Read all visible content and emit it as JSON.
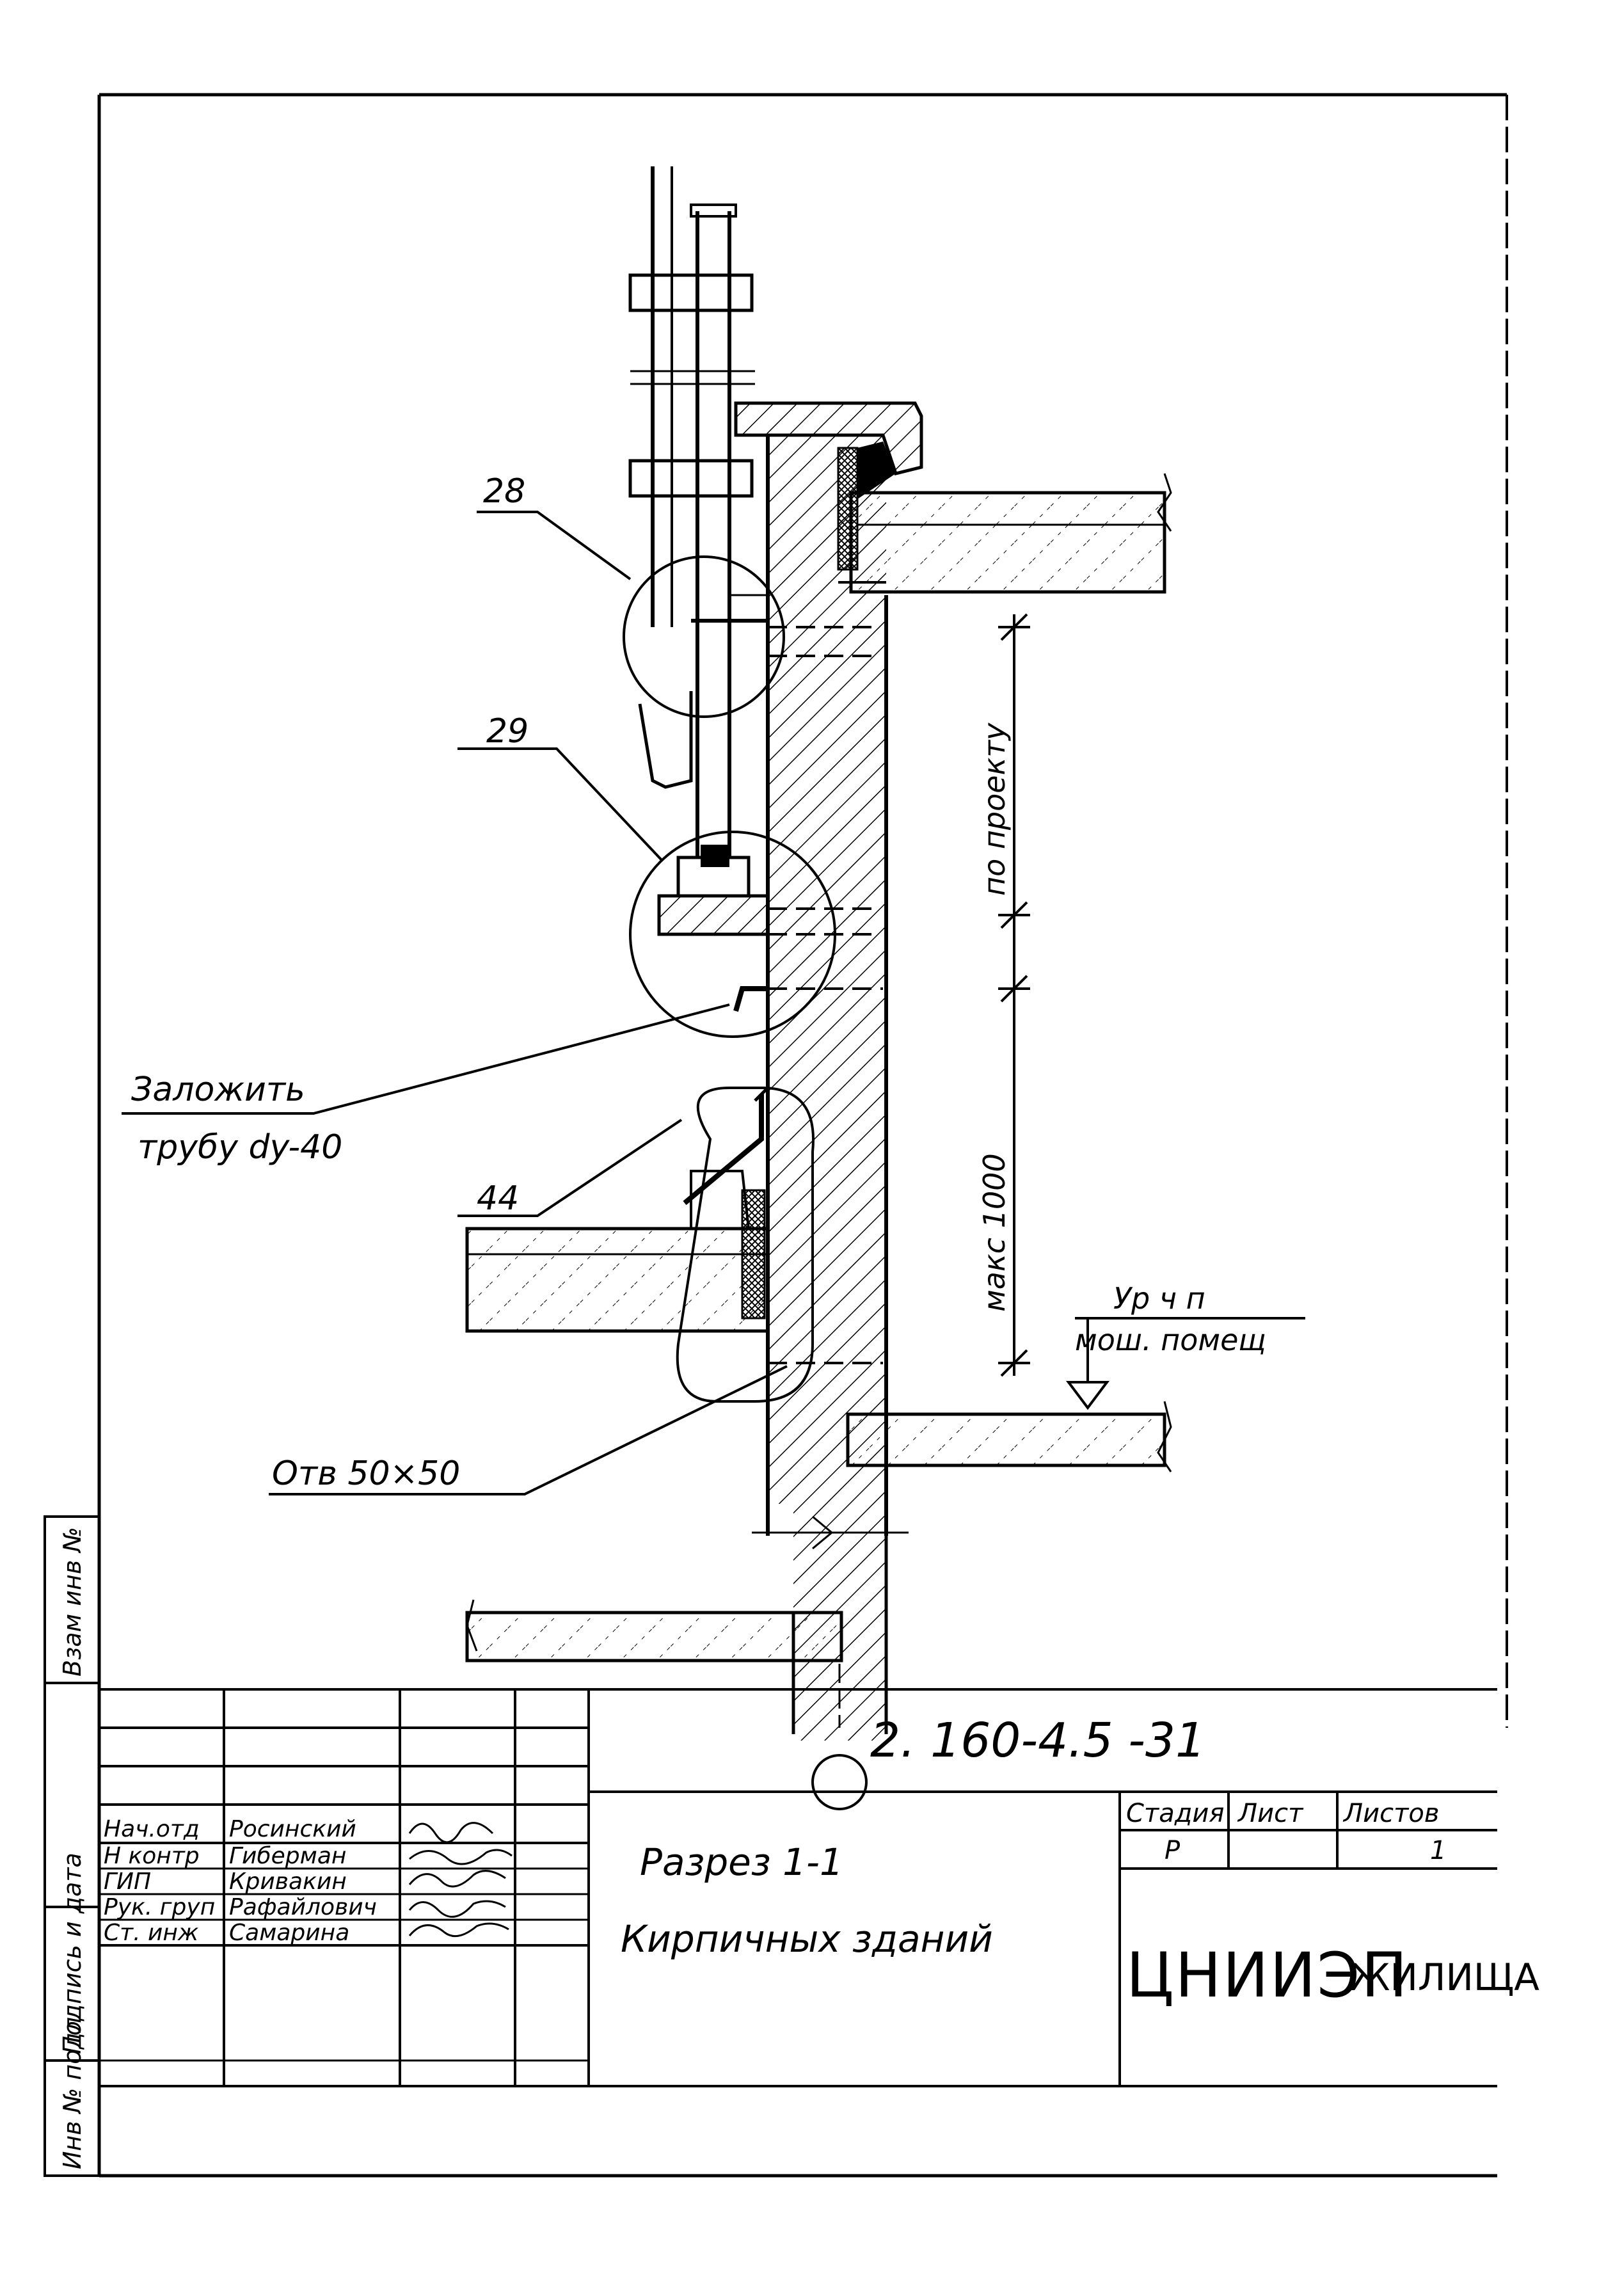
{
  "callouts": {
    "c28": "28",
    "c29": "29",
    "c44": "44",
    "pipe_line1": "Заложить",
    "pipe_line2": "трубу dy-40",
    "opening": "Отв 50×50"
  },
  "dimensions": {
    "per_project": "по проекту",
    "max_1000": "макс 1000",
    "level_line1": "Ур ч п",
    "level_line2": "мош. помещ"
  },
  "title_block": {
    "doc_code": "2. 160-4.5  -31",
    "title_line1": "Разрез  1-1",
    "title_line2": "Кирпичных зданий",
    "stage_header": "Стадия",
    "sheet_header": "Лист",
    "sheets_header": "Листов",
    "stage_value": "Р",
    "sheets_value": "1",
    "org_name": "ЦНИИЭП",
    "org_sub": "ЖИЛИЩА",
    "staff": [
      {
        "role": "Нач.отд",
        "name": "Росинский"
      },
      {
        "role": "Н контр",
        "name": "Гиберман"
      },
      {
        "role": "ГИП",
        "name": "Кривакин"
      },
      {
        "role": "Рук. груп",
        "name": "Рафайлович"
      },
      {
        "role": "Ст. инж",
        "name": "Самарина"
      }
    ]
  },
  "side_stamp": {
    "inv_orig": "Инв № подл",
    "sign_date": "Подпись и дата",
    "inv_replace": "Взам инв №"
  }
}
